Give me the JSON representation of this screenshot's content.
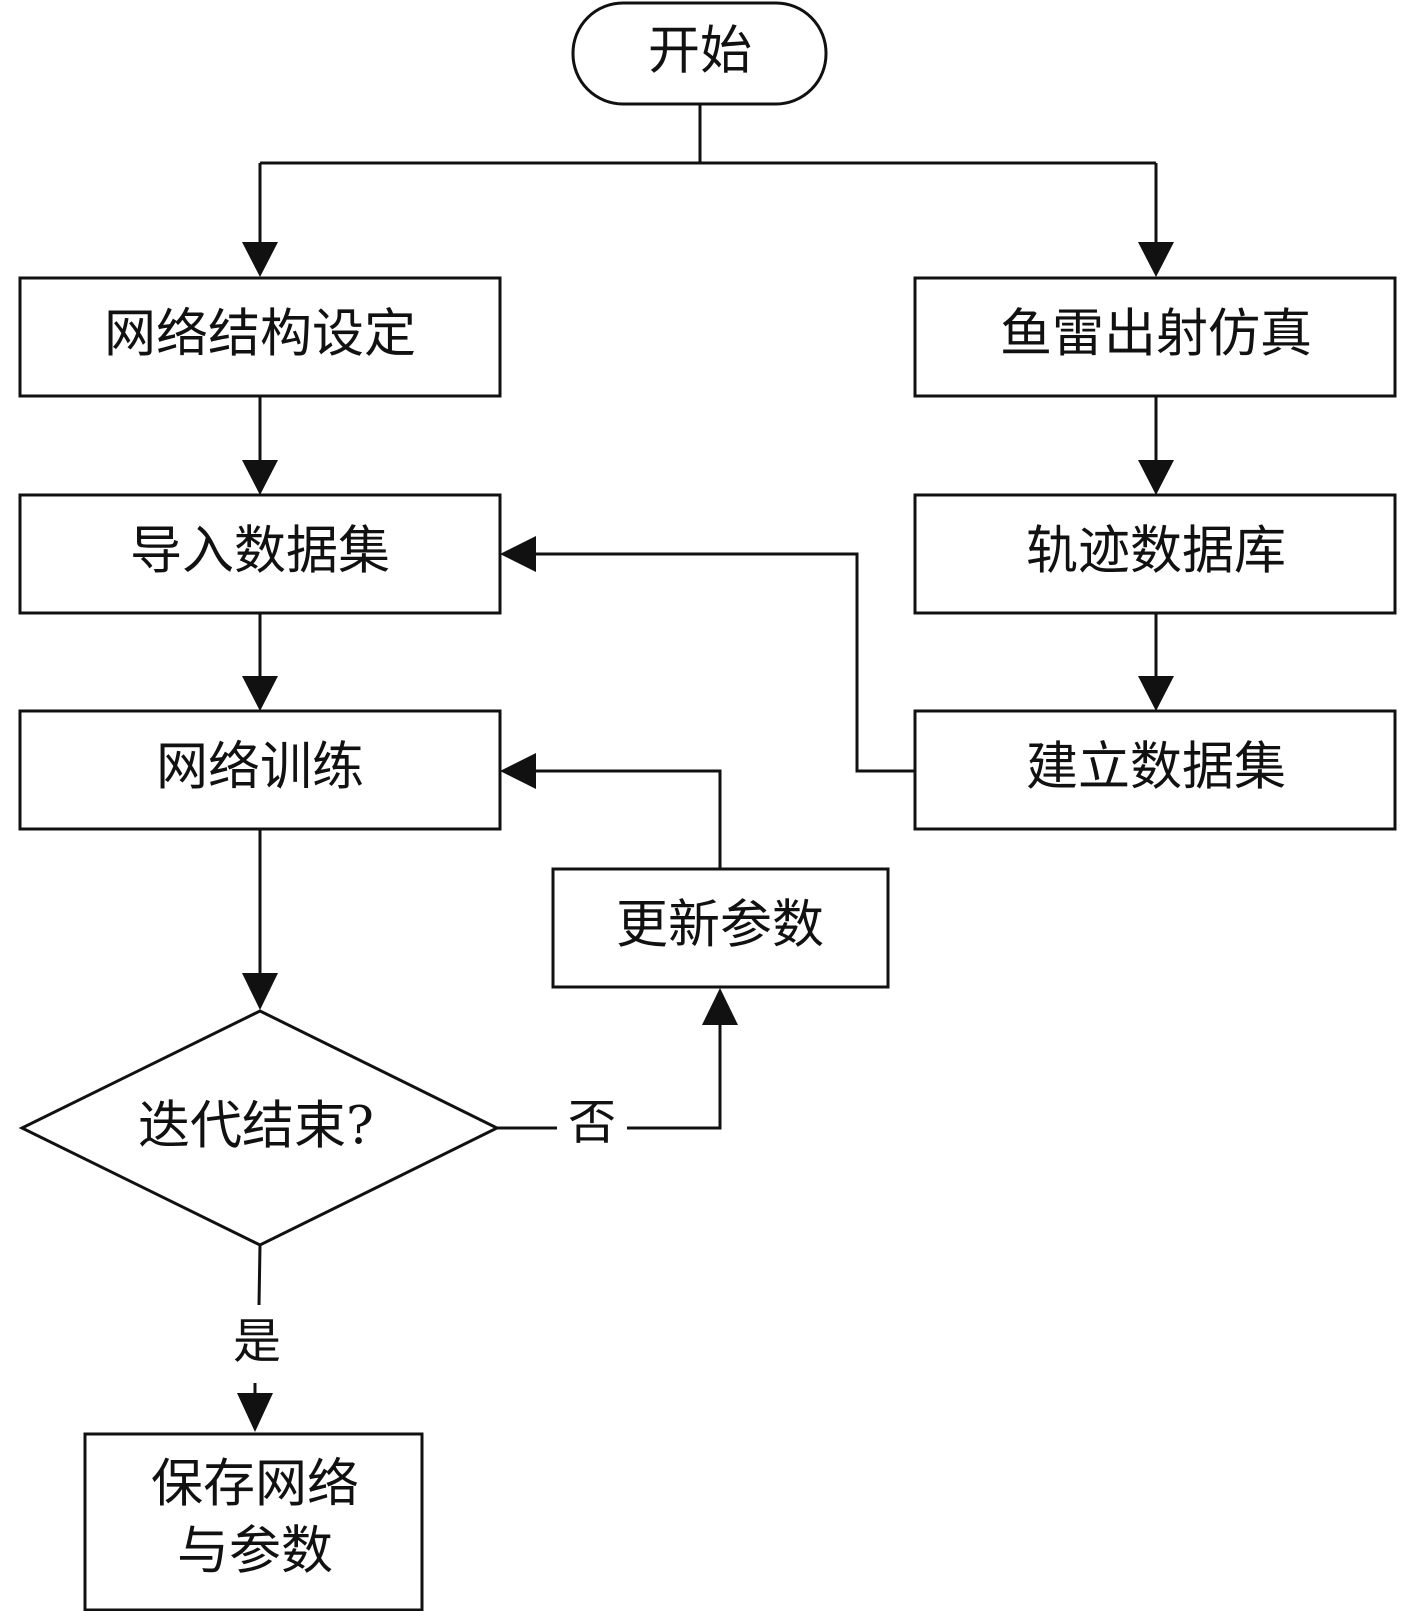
{
  "nodes": {
    "start": "开始",
    "network_structure": "网络结构设定",
    "import_dataset": "导入数据集",
    "network_training": "网络训练",
    "iteration_end": "迭代结束?",
    "save_network_line1": "保存网络",
    "save_network_line2": "与参数",
    "torpedo_simulation": "鱼雷出射仿真",
    "trajectory_database": "轨迹数据库",
    "build_dataset": "建立数据集",
    "update_params": "更新参数"
  },
  "edge_labels": {
    "no": "否",
    "yes": "是"
  }
}
